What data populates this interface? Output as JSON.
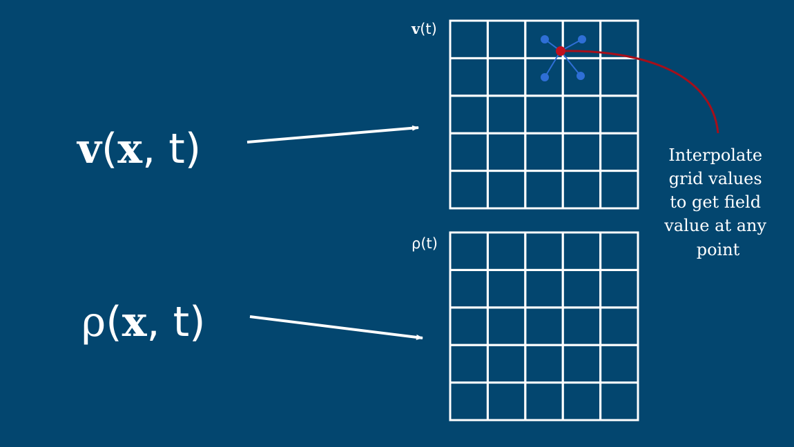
{
  "velocity_equation": {
    "symbol": "v",
    "open_paren": "(",
    "position": "x",
    "rest": ", t)"
  },
  "density_equation": {
    "symbol": "ρ",
    "open_paren": "(",
    "position": "x",
    "rest": ", t)"
  },
  "velocity_grid": {
    "label_symbol": "v",
    "label_rest": "(t)",
    "columns": 5,
    "rows": 5
  },
  "density_grid": {
    "label": "ρ(t)",
    "columns": 5,
    "rows": 5
  },
  "annotation": {
    "lines": [
      "Interpolate",
      "grid values",
      "to get field",
      "value at any",
      "point"
    ]
  },
  "colors": {
    "background": "#03466f",
    "grid_lines": "#ffffff",
    "arrows": "#ffffff",
    "sample_point": "#c0101e",
    "callout_curve": "#a60f1a",
    "neighbor_nodes": "#2f6fd6"
  }
}
